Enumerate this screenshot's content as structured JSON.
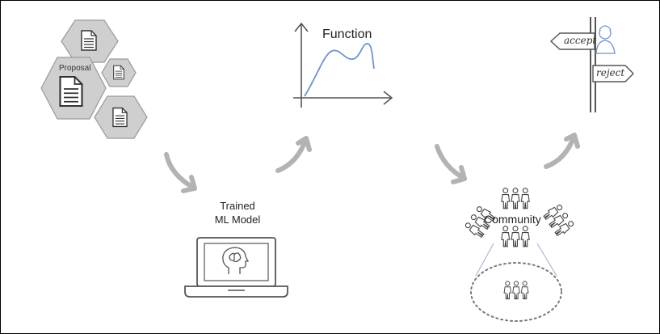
{
  "diagram": {
    "proposal_label": "Proposal",
    "function_label": "Function",
    "model_label_line1": "Trained",
    "model_label_line2": "ML Model",
    "community_label": "Community",
    "accept_label": "accept",
    "reject_label": "reject"
  },
  "icons": {
    "documents": "document-icon",
    "function_plot": "function-plot-icon",
    "laptop": "laptop-icon",
    "brain": "brain-head-icon",
    "people": "people-group-icon",
    "signpost": "signpost-icon",
    "reviewer": "reviewer-icon",
    "arrows": "curved-arrow-icon"
  },
  "colors": {
    "hexagon_fill": "#cfcfcf",
    "hexagon_stroke": "#9a9a9a",
    "arrow": "#b3b3b3",
    "curve": "#6f94c8",
    "line": "#555555"
  }
}
